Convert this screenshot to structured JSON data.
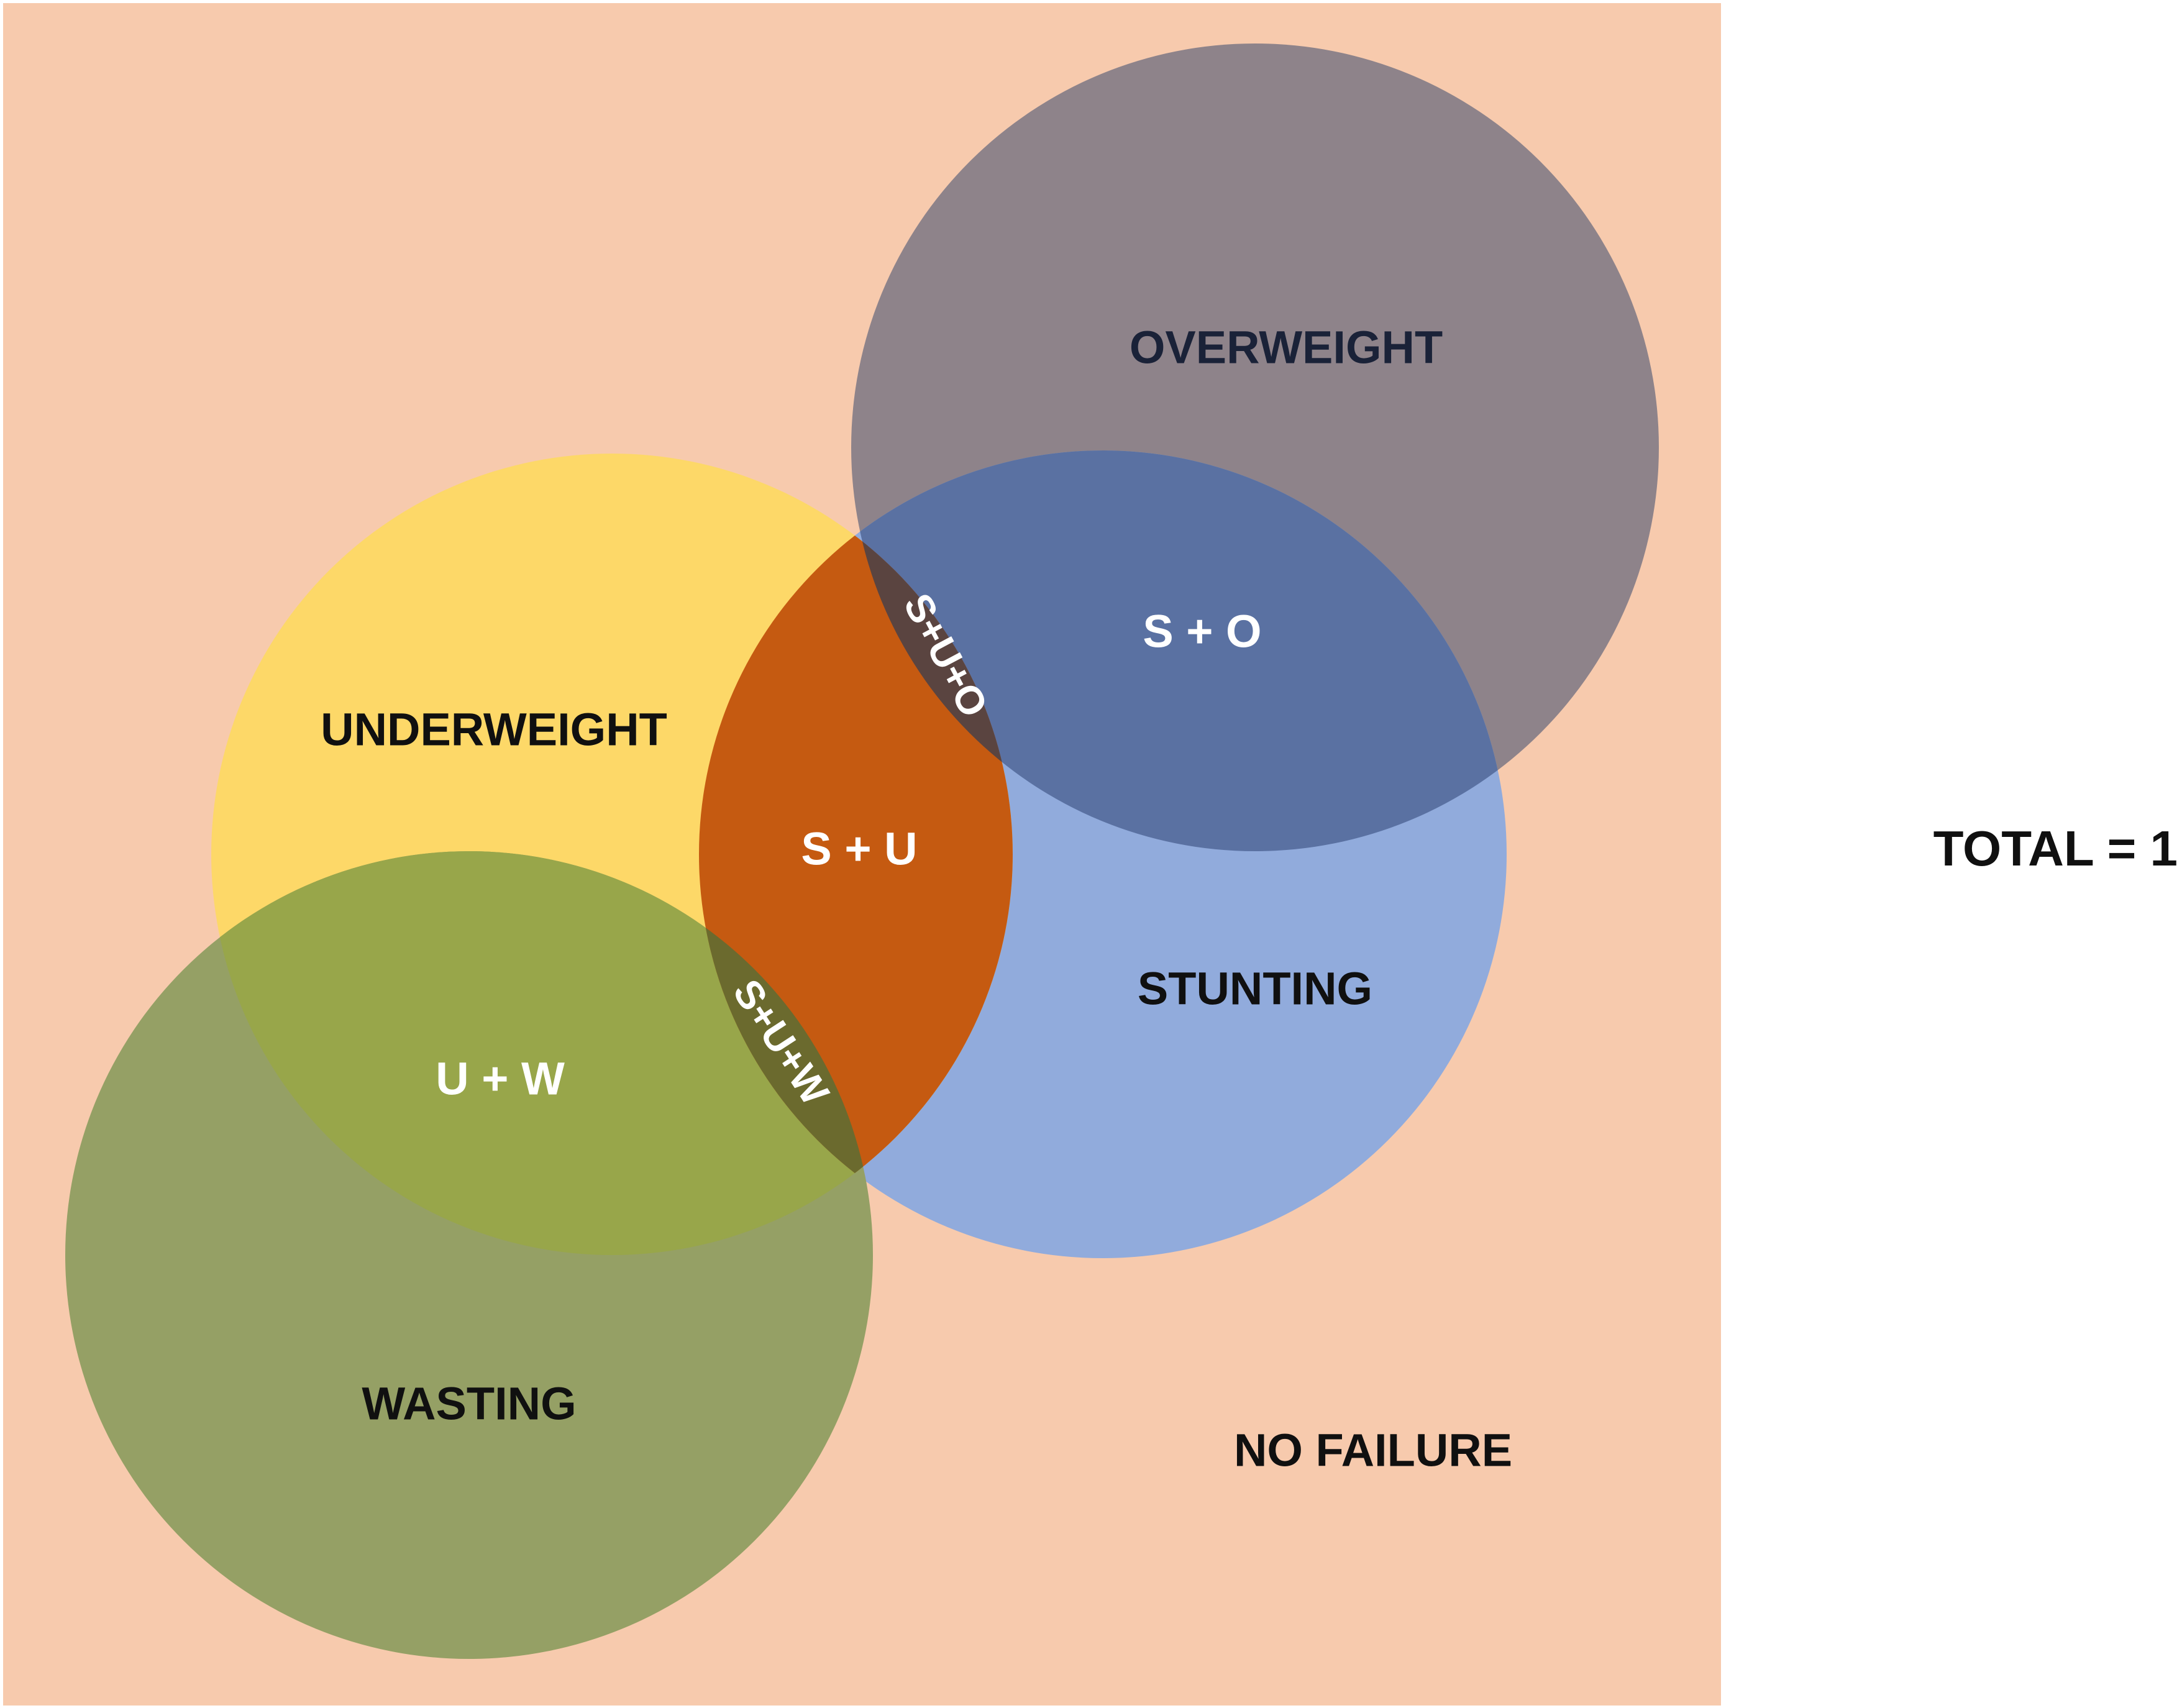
{
  "diagram": {
    "sets": {
      "overweight": "OVERWEIGHT",
      "underweight": "UNDERWEIGHT",
      "stunting": "STUNTING",
      "wasting": "WASTING"
    },
    "intersections": {
      "s_o": "S + O",
      "s_u": "S + U",
      "u_w": "U + W",
      "s_u_o": "S+U+O",
      "s_u_w": "S+U+W"
    },
    "outside": "NO FAILURE",
    "total": "TOTAL = 1"
  },
  "colors": {
    "background": "#F7CAAD",
    "overweight": "#8E838A",
    "underweight": "#FDD868",
    "stunting": "#91ABDC",
    "wasting": "#95A065",
    "stunting_overweight": "#5A71A2",
    "stunting_underweight": "#C55A11",
    "underweight_wasting": "#98A64A",
    "triple_overlap": "#5A4440",
    "triple_overlap_w": "#6B6A2E"
  }
}
